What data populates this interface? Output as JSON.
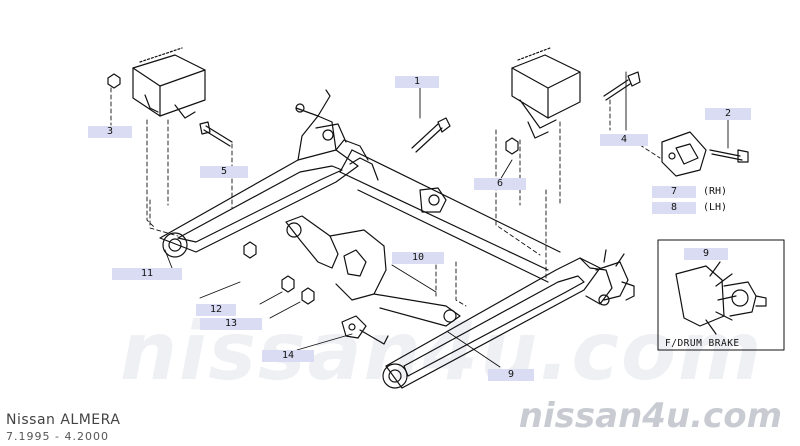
{
  "callouts": [
    {
      "id": "1",
      "text": "1"
    },
    {
      "id": "2",
      "text": "2"
    },
    {
      "id": "3",
      "text": "3"
    },
    {
      "id": "4",
      "text": "4"
    },
    {
      "id": "5",
      "text": "5"
    },
    {
      "id": "6",
      "text": "6"
    },
    {
      "id": "7",
      "text": "7"
    },
    {
      "id": "8",
      "text": "8"
    },
    {
      "id": "9a",
      "text": "9"
    },
    {
      "id": "9b",
      "text": "9"
    },
    {
      "id": "10",
      "text": "10"
    },
    {
      "id": "11",
      "text": "11"
    },
    {
      "id": "12",
      "text": "12"
    },
    {
      "id": "13",
      "text": "13"
    },
    {
      "id": "14",
      "text": "14"
    }
  ],
  "side_labels": {
    "rh": "(RH)",
    "lh": "(LH)"
  },
  "inset": {
    "caption": "F/DRUM BRAKE"
  },
  "watermark": "nissan4u.com",
  "footer": {
    "model": "Nissan ALMERA",
    "period": "7.1995 - 4.2000",
    "brand": "nissan4u.com"
  }
}
